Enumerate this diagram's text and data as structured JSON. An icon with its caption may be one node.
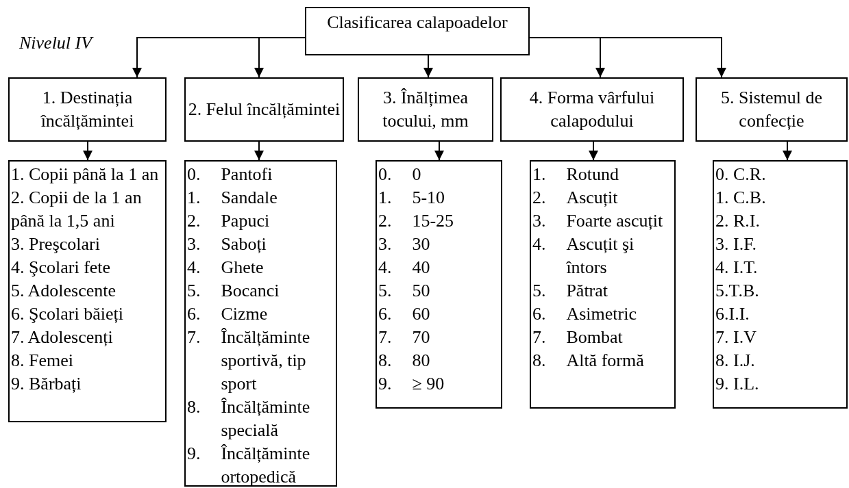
{
  "diagram": {
    "nodes": [
      {
        "text": [
          "Clasificarea calapoadelor"
        ]
      },
      {
        "text": [
          "1. Destinația încălțămintei"
        ]
      },
      {
        "text": [
          "2. Felul încălțămintei"
        ]
      },
      {
        "text": [
          "3. Înălțimea tocului, mm"
        ]
      },
      {
        "text": [
          "4. Forma vârfului calapodului"
        ]
      },
      {
        "text": [
          "5. Sistemul de confecție"
        ]
      },
      {
        "text": [
          "1. Copii până la 1 an",
          "2. Copii de la 1 an până la 1,5 ani",
          "3. Preşcolari",
          "4. Şcolari fete",
          "5. Adolescente",
          "6. Şcolari băieți",
          "7. Adolescenți",
          "8. Femei",
          "9. Bărbați"
        ]
      },
      {
        "text": [
          "0. Pantofi",
          "1. Sandale",
          "2. Papuci",
          "3. Saboți",
          "4. Ghete",
          "5. Bocanci",
          "6. Cizme",
          "7. Încălțăminte sportivă, tip sport",
          "8. Încălțăminte specială",
          "9. Încălțăminte ortopedică"
        ]
      },
      {
        "text": [
          "0. 0",
          "1. 5-10",
          "2. 15-25",
          "3. 30",
          "4. 40",
          "5. 50",
          "6. 60",
          "7. 70",
          "8. 80",
          "9. ≥ 90"
        ]
      },
      {
        "text": [
          "1. Rotund",
          "2. Ascuțit",
          "3. Foarte ascuțit",
          "4. Ascuțit şi întors",
          "5. Pătrat",
          "6. Asimetric",
          "7. Bombat",
          "8. Altă formă"
        ]
      },
      {
        "text": [
          "0. C.R.",
          "1. C.B.",
          "2. R.I.",
          "3. I.F.",
          "4. I.T.",
          "5.T.B.",
          "6.I.I.",
          "7. I.V",
          "8. I.J.",
          "9. I.L."
        ]
      }
    ],
    "edges": [
      {
        "from": 0,
        "to": 1,
        "arrow": "to"
      },
      {
        "from": 0,
        "to": 2,
        "arrow": "to"
      },
      {
        "from": 0,
        "to": 3,
        "arrow": "to"
      },
      {
        "from": 0,
        "to": 4,
        "arrow": "to"
      },
      {
        "from": 0,
        "to": 5,
        "arrow": "to"
      },
      {
        "from": 1,
        "to": 6,
        "arrow": "to"
      },
      {
        "from": 2,
        "to": 7,
        "arrow": "to"
      },
      {
        "from": 3,
        "to": 8,
        "arrow": "to"
      },
      {
        "from": 4,
        "to": 9,
        "arrow": "to"
      },
      {
        "from": 5,
        "to": 10,
        "arrow": "to"
      }
    ],
    "labels": [
      "Nivelul IV"
    ]
  }
}
